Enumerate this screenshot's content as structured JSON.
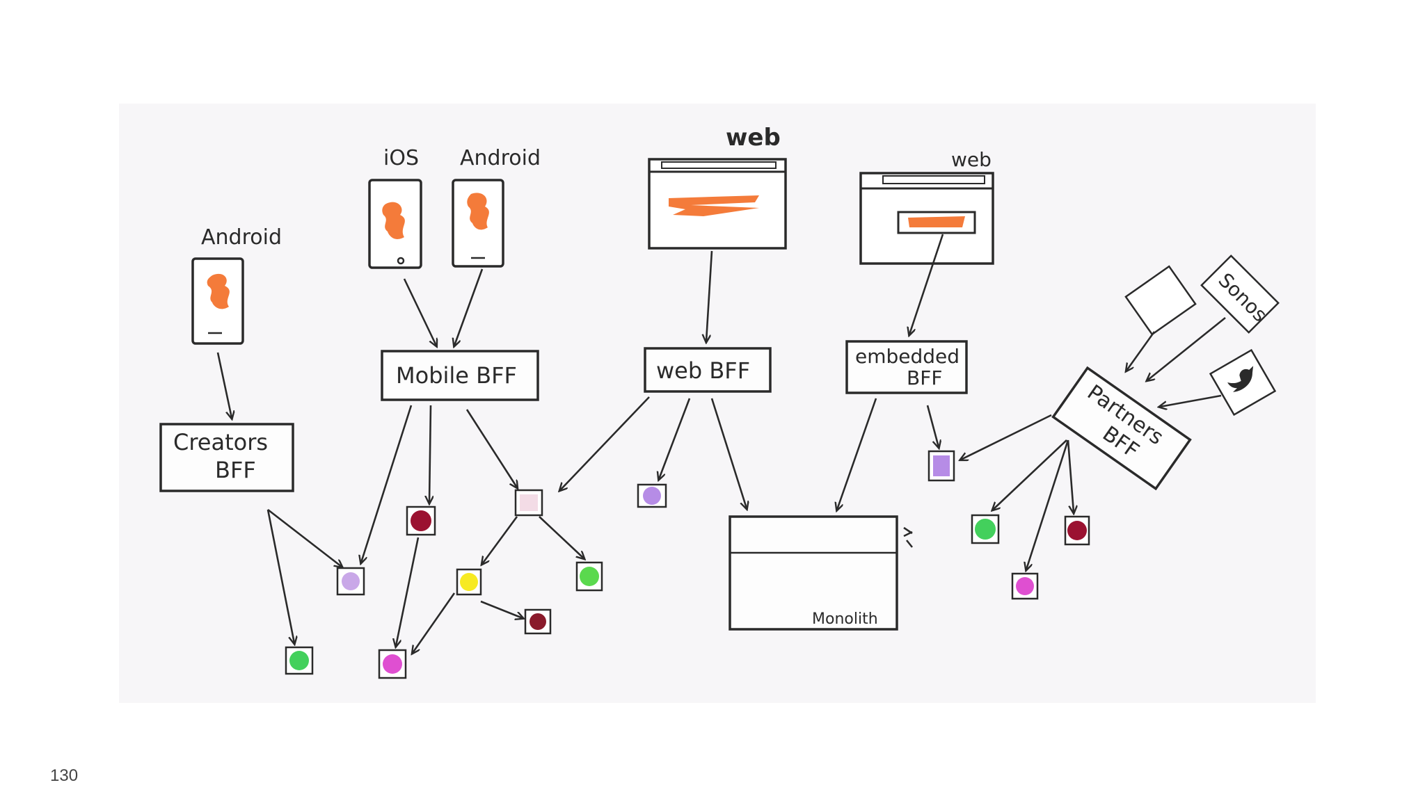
{
  "page_number": "130",
  "colors": {
    "ink": "#2a2a2a",
    "screen_orange": "#f47b3a",
    "background": "#f7f6f8"
  },
  "clients": {
    "android_left": "Android",
    "ios": "iOS",
    "android_right": "Android",
    "web_browser": "web",
    "web_embedded": "web"
  },
  "bffs": {
    "creators": [
      "Creators",
      "BFF"
    ],
    "mobile": "Mobile BFF",
    "web": "web BFF",
    "embedded": [
      "embedded",
      "BFF"
    ],
    "partners": [
      "Partners",
      "BFF"
    ]
  },
  "monolith": {
    "label": "Monolith"
  },
  "partner_logos": {
    "sonos": "Sonos"
  },
  "services": {
    "colors": {
      "lavender": "#c9a8e8",
      "crimson": "#9b1231",
      "pink": "#f3dce6",
      "purple": "#b68ce6",
      "green": "#43d05c",
      "magenta": "#df4fd1",
      "yellow": "#f7ea22",
      "maroon": "#8a1a2b",
      "lime": "#5ad94e"
    }
  }
}
